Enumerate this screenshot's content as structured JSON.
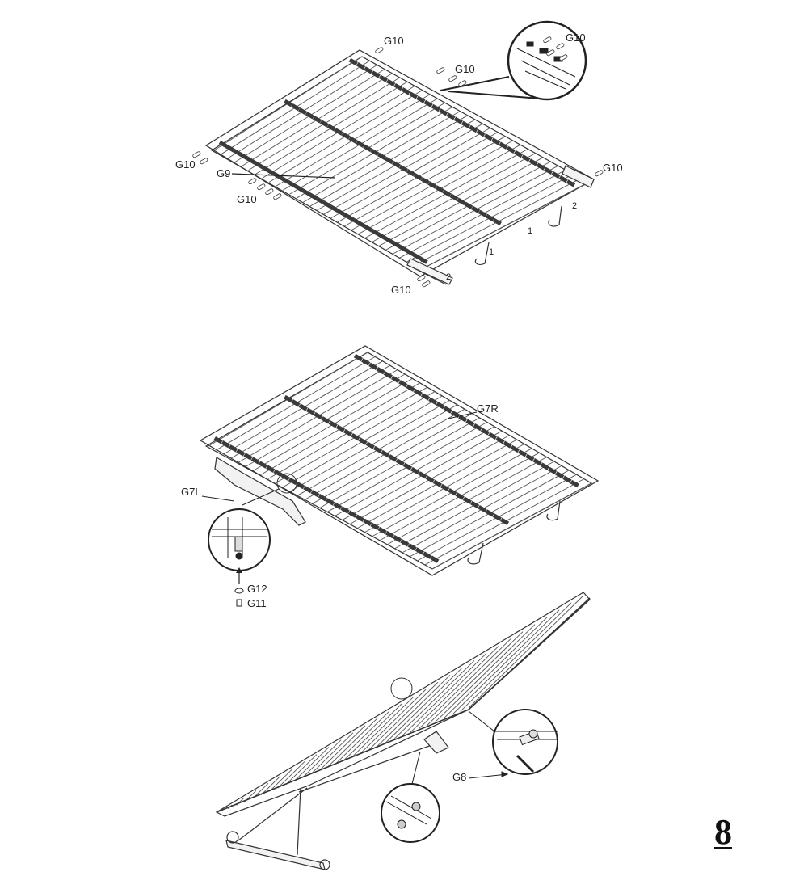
{
  "page_number": "8",
  "labels": {
    "g10_zoom": "G10",
    "g10_top": "G10",
    "g10_topright": "G10",
    "g10_left": "G10",
    "g10_left2": "G10",
    "g10_right": "G10",
    "g10_bottom": "G10",
    "g9": "G9",
    "n1a": "1",
    "n1b": "1",
    "n2a": "2",
    "n2b": "2",
    "g7r": "G7R",
    "g7l": "G7L",
    "g12": "G12",
    "g11": "G11",
    "g8": "G8"
  }
}
